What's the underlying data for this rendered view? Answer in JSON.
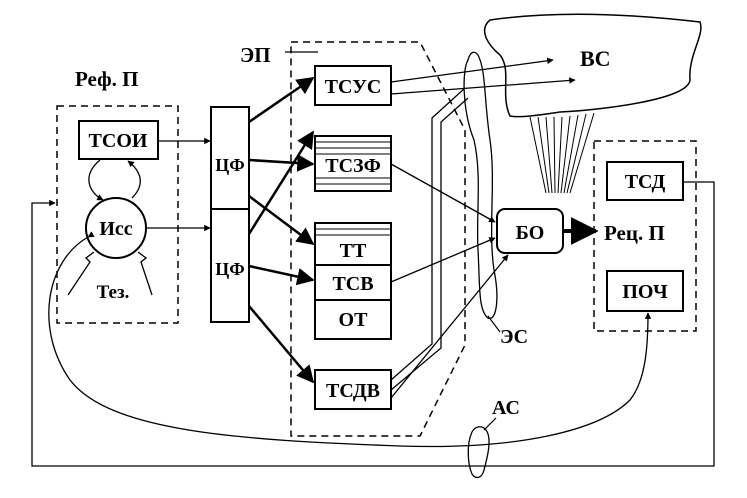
{
  "labels": {
    "ref_p": "Реф. П",
    "tsoi": "ТСОИ",
    "iss": "Исс",
    "tez": "Тез.",
    "cf1": "ЦФ",
    "cf2": "ЦФ",
    "ep": "ЭП",
    "tsus": "ТСУС",
    "tszf": "ТСЗФ",
    "tt": "ТТ",
    "tsv": "ТСВ",
    "ot": "ОТ",
    "tsdv": "ТСДВ",
    "vs": "ВС",
    "bo": "БО",
    "rec_p": "Рец. П",
    "tsd": "ТСД",
    "poch": "ПОЧ",
    "es": "ЭС",
    "as": "АС"
  }
}
